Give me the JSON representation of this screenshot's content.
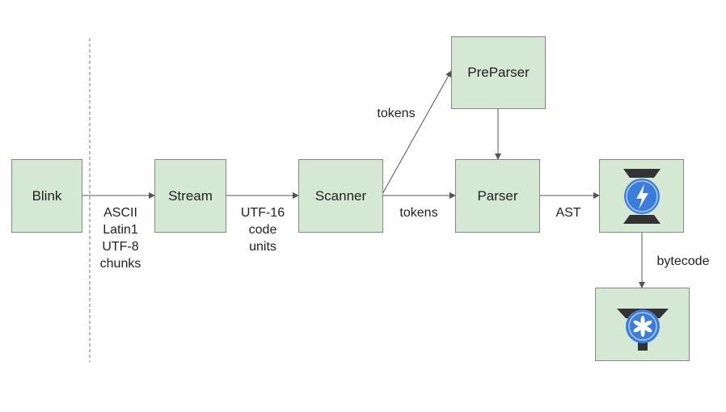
{
  "nodes": {
    "blink": "Blink",
    "stream": "Stream",
    "scanner": "Scanner",
    "preparser": "PreParser",
    "parser": "Parser"
  },
  "icons": {
    "ignition": "ignition-interpreter-icon",
    "turbofan": "turbofan-compiler-icon"
  },
  "edges": {
    "blink_to_stream": [
      "ASCII",
      "Latin1",
      "UTF-8",
      "chunks"
    ],
    "stream_to_scanner": [
      "UTF-16",
      "code",
      "units"
    ],
    "scanner_to_preparser": "tokens",
    "scanner_to_parser": "tokens",
    "parser_to_ignition": "AST",
    "ignition_to_turbofan": "bytecode"
  },
  "colors": {
    "box_fill": "#d5e8d4",
    "icon_blue": "#3b7ddd",
    "icon_dark": "#333333"
  }
}
